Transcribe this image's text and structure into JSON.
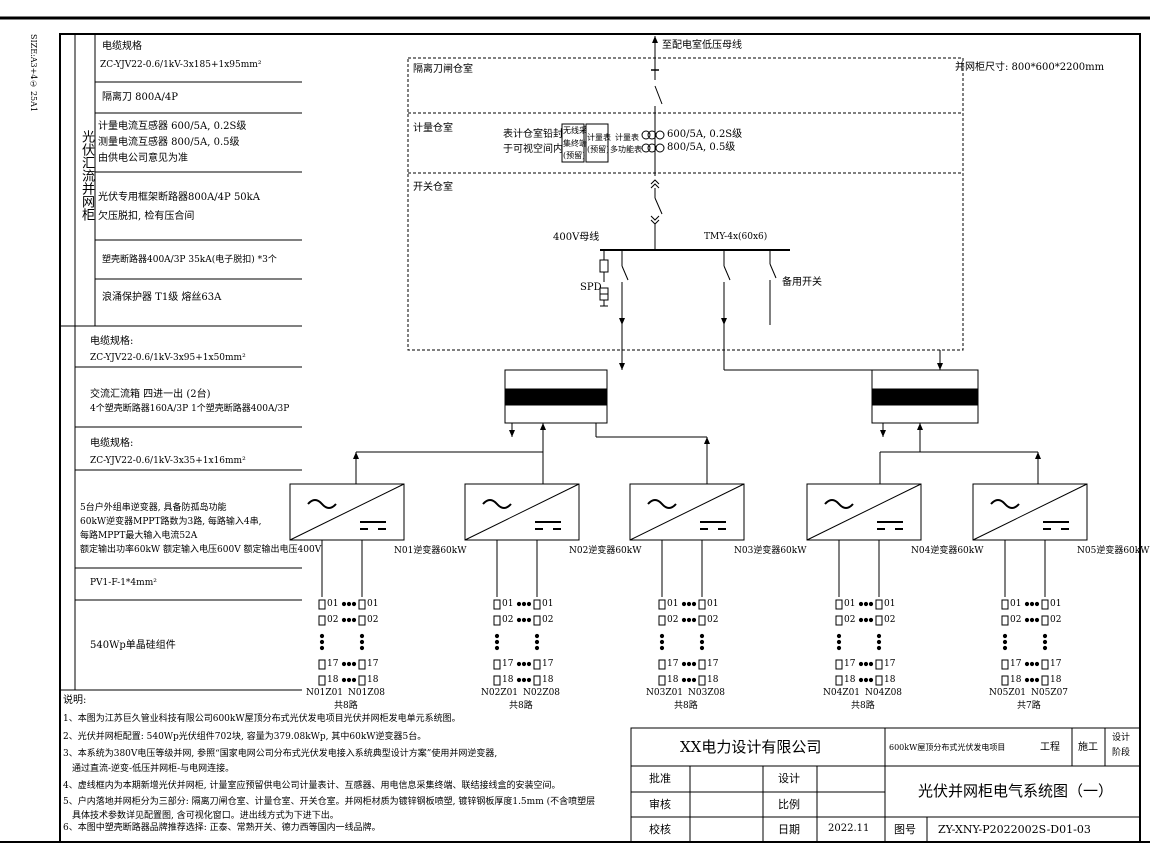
{
  "size_label": "SIZE:A3+4① 25A1",
  "left_table": {
    "vertical_label": "光伏汇流并网柜",
    "cable_spec_1_title": "电缆规格",
    "cable_spec_1": "ZC-YJV22-0.6/1kV-3x185+1x95mm²",
    "isolation_switch": "隔离刀 800A/4P",
    "ct_meter": "计量电流互感器 600/5A, 0.2S级",
    "ct_measure": "测量电流互感器 800/5A, 0.5级",
    "ct_note": "由供电公司意见为准",
    "breaker_1": "光伏专用框架断路器800A/4P 50kA",
    "breaker_1b": "欠压脱扣, 检有压合间",
    "breaker_2": "塑壳断路器400A/3P  35kA(电子脱扣) *3个",
    "surge": "浪涌保护器 T1级   熔丝63A",
    "cable_spec_2_title": "电缆规格:",
    "cable_spec_2": "ZC-YJV22-0.6/1kV-3x95+1x50mm²",
    "combiner_1": "交流汇流箱 四进一出 (2台)",
    "combiner_2": "4个塑壳断路器160A/3P 1个塑壳断路器400A/3P",
    "cable_spec_3_title": "电缆规格:",
    "cable_spec_3": "ZC-YJV22-0.6/1kV-3x35+1x16mm²",
    "inverter_1": "5台户外组串逆变器, 具备防孤岛功能",
    "inverter_2": "60kW逆变器MPPT路数为3路, 每路输入4串,",
    "inverter_3": "每路MPPT最大输入电流52A",
    "inverter_4": "额定输出功率60kW 额定输入电压600V 额定输出电压400V",
    "pv_cable": "PV1-F-1*4mm²",
    "module": "540Wp单晶硅组件"
  },
  "cabinet": {
    "top_label": "至配电室低压母线",
    "size": "并网柜尺寸: 800*600*2200mm",
    "room_isolation": "隔离刀闸仓室",
    "room_meter": "计量仓室",
    "room_switch": "开关仓室",
    "seal_1": "表计仓室铅封",
    "seal_2": "于可视空间内",
    "wireless_1": "无线采",
    "wireless_2": "集终端",
    "wireless_3": "(预留)",
    "meter_box_1": "计量表",
    "meter_box_2": "(预留)",
    "meter_label_1": "计量表",
    "meter_label_2": "多功能表",
    "ct_1": "600/5A, 0.2S级",
    "ct_2": "800/5A, 0.5级",
    "bus": "400V母线",
    "tmy": "TMY-4x(60x6)",
    "spd": "SPD",
    "spare": "备用开关"
  },
  "inverters": [
    {
      "label": "N01逆变器60kW",
      "str_l": "N01Z01",
      "str_r": "N01Z08",
      "total": "共8路"
    },
    {
      "label": "N02逆变器60kW",
      "str_l": "N02Z01",
      "str_r": "N02Z08",
      "total": "共8路"
    },
    {
      "label": "N03逆变器60kW",
      "str_l": "N03Z01",
      "str_r": "N03Z08",
      "total": "共8路"
    },
    {
      "label": "N04逆变器60kW",
      "str_l": "N04Z01",
      "str_r": "N04Z08",
      "total": "共8路"
    },
    {
      "label": "N05逆变器60kW",
      "str_l": "N05Z01",
      "str_r": "N05Z07",
      "total": "共7路"
    }
  ],
  "string_labels": {
    "n01": "01",
    "n02": "02",
    "n17": "17",
    "n18": "18"
  },
  "notes": {
    "title": "说明:",
    "n1": "1、本图为江苏巨久管业科技有限公司600kW屋顶分布式光伏发电项目光伏并网柜发电单元系统图。",
    "n2": "2、光伏并网柜配置: 540Wp光伏组件702块, 容量为379.08kWp, 其中60kW逆变器5台。",
    "n3": "3、本系统为380V电压等级并网, 参照“国家电网公司分布式光伏发电接入系统典型设计方案”使用并网逆变器,",
    "n3b": "通过直流-逆变-低压并网柜-与电网连接。",
    "n4": "4、虚线框内为本期新增光伏并网柜, 计量室应预留供电公司计量表计、互感器、用电信息采集终端、联结接线盒的安装空间。",
    "n5": "5、户内落地并网柜分为三部分: 隔离刀闸仓室、计量仓室、开关仓室。并网柜材质为镀锌钢板喷塑, 镀锌钢板厚度1.5mm (不含喷塑层",
    "n5b": "具体技术参数详见配置图, 含可视化窗口。进出线方式为下进下出。",
    "n6": "6、本图中塑壳断路器品牌推荐选择: 正泰、常熟开关、德力西等国内一线品牌。"
  },
  "title_block": {
    "company": "XX电力设计有限公司",
    "project": "600kW屋顶分布式光伏发电项目",
    "project_suffix": "工程",
    "stage_value": "施工",
    "stage_label_1": "设计",
    "stage_label_2": "阶段",
    "approve": "批准",
    "review": "审核",
    "check": "校核",
    "design": "设计",
    "scale": "比例",
    "date": "日期",
    "date_value": "2022.11",
    "drawing_title": "光伏并网柜电气系统图（一）",
    "drawing_no_label": "图号",
    "drawing_no": "ZY-XNY-P2022002S-D01-03"
  }
}
